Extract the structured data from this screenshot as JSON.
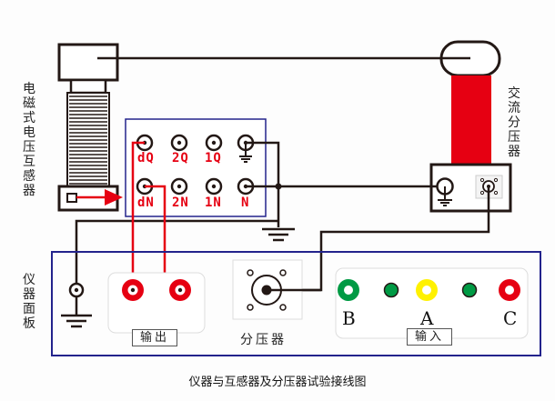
{
  "labels": {
    "pt_name": "电磁式电压互感器",
    "divider_name": "交流分压器",
    "panel_name": "仪器面板",
    "output_label": "输出",
    "divider_port_label": "分压器",
    "input_label": "输入",
    "caption": "仪器与互感器及分压器试验接线图"
  },
  "terminals": {
    "top_row": [
      "dQ",
      "2Q",
      "1Q",
      ""
    ],
    "bottom_row": [
      "dN",
      "2N",
      "1N",
      "N"
    ]
  },
  "inputs": {
    "B": "B",
    "A": "A",
    "C": "C"
  },
  "colors": {
    "wire": "#231815",
    "red": "#e60012",
    "panel_border": "#23238c",
    "green": "#009a44",
    "yellow": "#fff100"
  }
}
